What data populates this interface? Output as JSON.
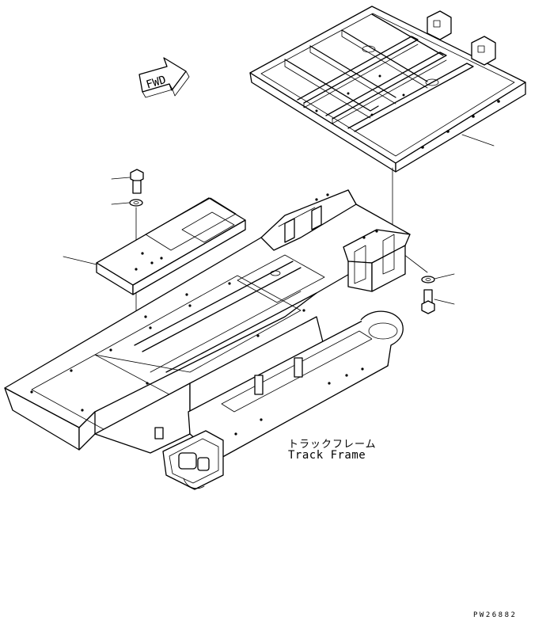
{
  "direction_marker": {
    "text": "FWD"
  },
  "caption": {
    "japanese": "トラックフレーム",
    "english": "Track Frame"
  },
  "drawing_code": "PW26882"
}
